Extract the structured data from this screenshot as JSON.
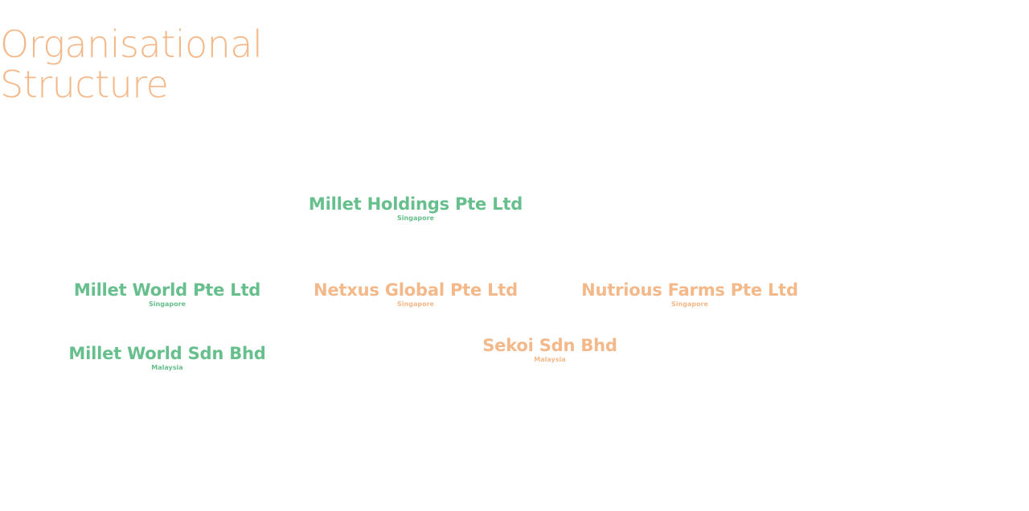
{
  "title": {
    "line1": "Organisational",
    "line2": "Structure"
  },
  "colors": {
    "green": "#66bf8c",
    "orange": "#f4b98a"
  },
  "nodes": {
    "holdings": {
      "name": "Millet Holdings Pte Ltd",
      "country": "Singapore",
      "color": "green"
    },
    "world_sg": {
      "name": "Millet World Pte Ltd",
      "country": "Singapore",
      "color": "green"
    },
    "netxus": {
      "name": "Netxus Global Pte Ltd",
      "country": "Singapore",
      "color": "orange"
    },
    "nutrious": {
      "name": "Nutrious Farms Pte Ltd",
      "country": "Singapore",
      "color": "orange"
    },
    "world_my": {
      "name": "Millet World Sdn Bhd",
      "country": "Malaysia",
      "color": "green"
    },
    "sekoi": {
      "name": "Sekoi Sdn Bhd",
      "country": "Malaysia",
      "color": "orange"
    }
  }
}
